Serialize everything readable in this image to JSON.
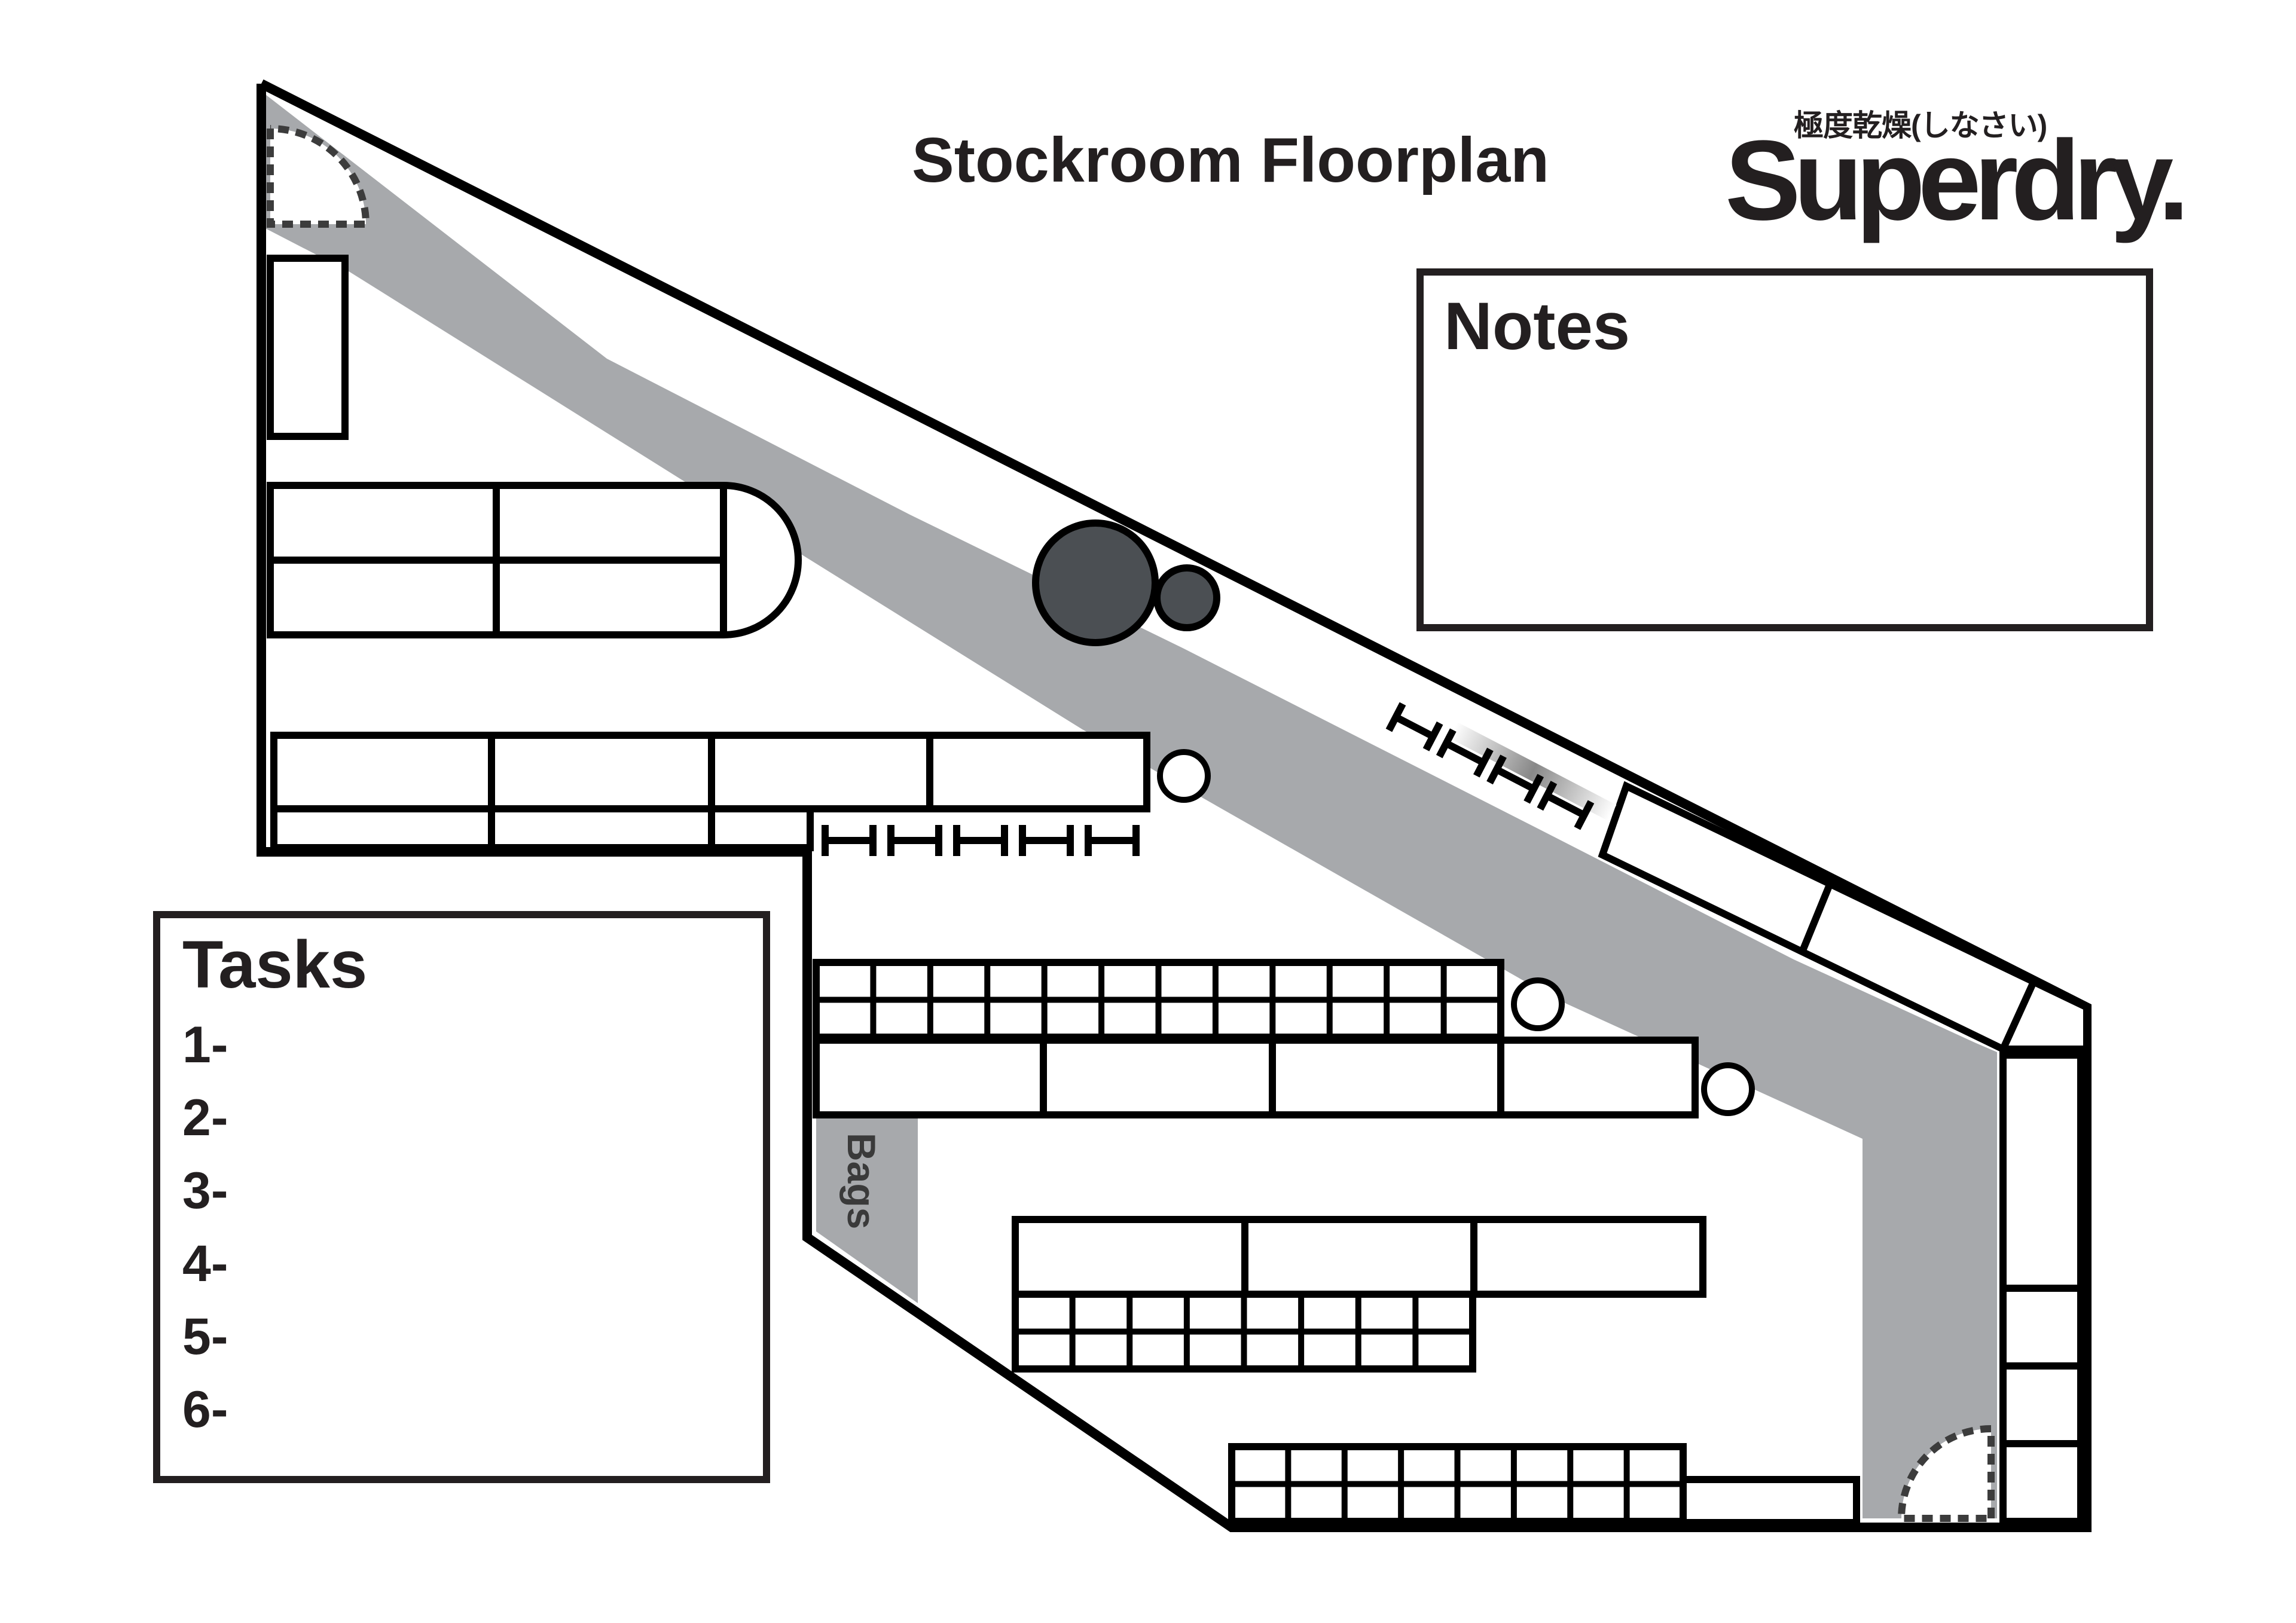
{
  "title": "Stockroom Floorplan",
  "brand": {
    "name": "Superdry.",
    "subtitle": "極度乾燥(しなさい)"
  },
  "notes": {
    "title": "Notes"
  },
  "tasks": {
    "title": "Tasks",
    "items": [
      "1-",
      "2-",
      "3-",
      "4-",
      "5-",
      "6-"
    ]
  },
  "zones": {
    "bags_label": "Bags"
  },
  "colors": {
    "walls": "#000000",
    "aisle": "#a7a9ac",
    "pillar": "#4b4f53",
    "text": "#231f20"
  },
  "icons": [
    "door-swing-icon",
    "pillar-icon",
    "hanger-icon",
    "round-rail-icon"
  ]
}
